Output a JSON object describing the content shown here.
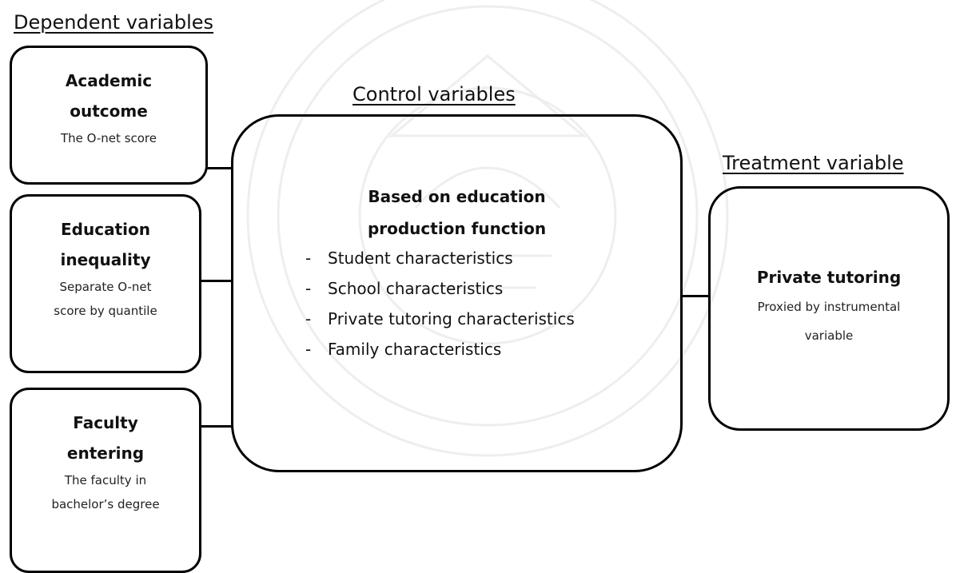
{
  "headings": {
    "dependent": "Dependent variables",
    "control": "Control variables",
    "treatment": "Treatment variable"
  },
  "dependent_boxes": [
    {
      "title_lines": [
        "Academic",
        "outcome"
      ],
      "desc_lines": [
        "The O-net score"
      ]
    },
    {
      "title_lines": [
        "Education",
        "inequality"
      ],
      "desc_lines": [
        "Separate O-net",
        "score by quantile"
      ]
    },
    {
      "title_lines": [
        "Faculty",
        "entering"
      ],
      "desc_lines": [
        "The faculty in",
        "bachelor’s degree"
      ]
    }
  ],
  "control_box": {
    "title_lines": [
      "Based on education",
      "production function"
    ],
    "bullet_marker": "-",
    "items": [
      "Student characteristics",
      "School characteristics",
      "Private tutoring characteristics",
      "Family characteristics"
    ]
  },
  "treatment_box": {
    "title": "Private tutoring",
    "desc_lines": [
      "Proxied by instrumental",
      "variable"
    ]
  }
}
